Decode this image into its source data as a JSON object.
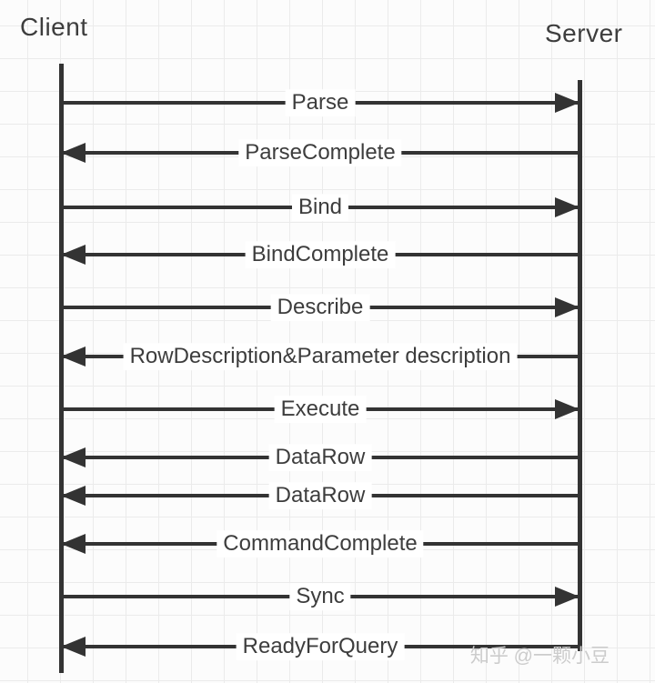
{
  "diagram": {
    "type": "sequence-diagram",
    "actors": {
      "left": "Client",
      "right": "Server"
    },
    "messages": [
      {
        "label": "Parse",
        "direction": "right"
      },
      {
        "label": "ParseComplete",
        "direction": "left"
      },
      {
        "label": "Bind",
        "direction": "right"
      },
      {
        "label": "BindComplete",
        "direction": "left"
      },
      {
        "label": "Describe",
        "direction": "right"
      },
      {
        "label": "RowDescription&Parameter description",
        "direction": "left"
      },
      {
        "label": "Execute",
        "direction": "right"
      },
      {
        "label": "DataRow",
        "direction": "left"
      },
      {
        "label": "DataRow",
        "direction": "left"
      },
      {
        "label": "CommandComplete",
        "direction": "left"
      },
      {
        "label": "Sync",
        "direction": "right"
      },
      {
        "label": "ReadyForQuery",
        "direction": "left"
      }
    ],
    "watermark": "知乎 @一颗小豆",
    "colors": {
      "line": "#333333",
      "text": "#3d3d3d",
      "watermark": "#cccccc",
      "grid": "#ebebeb",
      "background": "#fcfcfc"
    }
  }
}
